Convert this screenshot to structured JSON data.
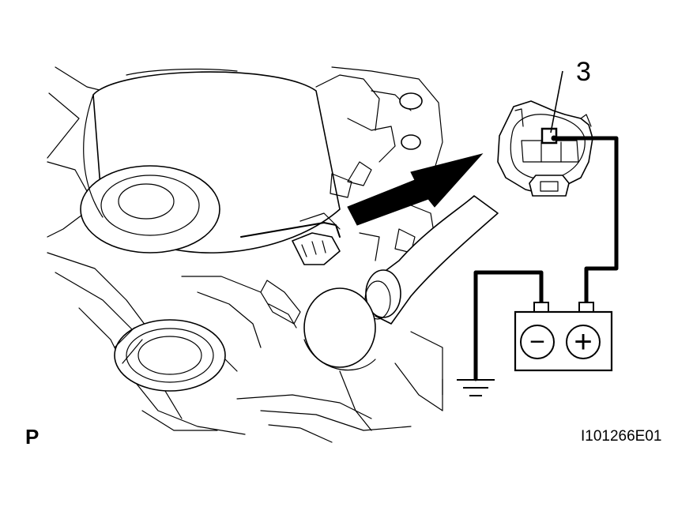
{
  "diagram": {
    "callout_label": "3",
    "view_label": "P",
    "figure_code": "I101266E01",
    "battery": {
      "negative_symbol": "−",
      "positive_symbol": "+"
    }
  }
}
